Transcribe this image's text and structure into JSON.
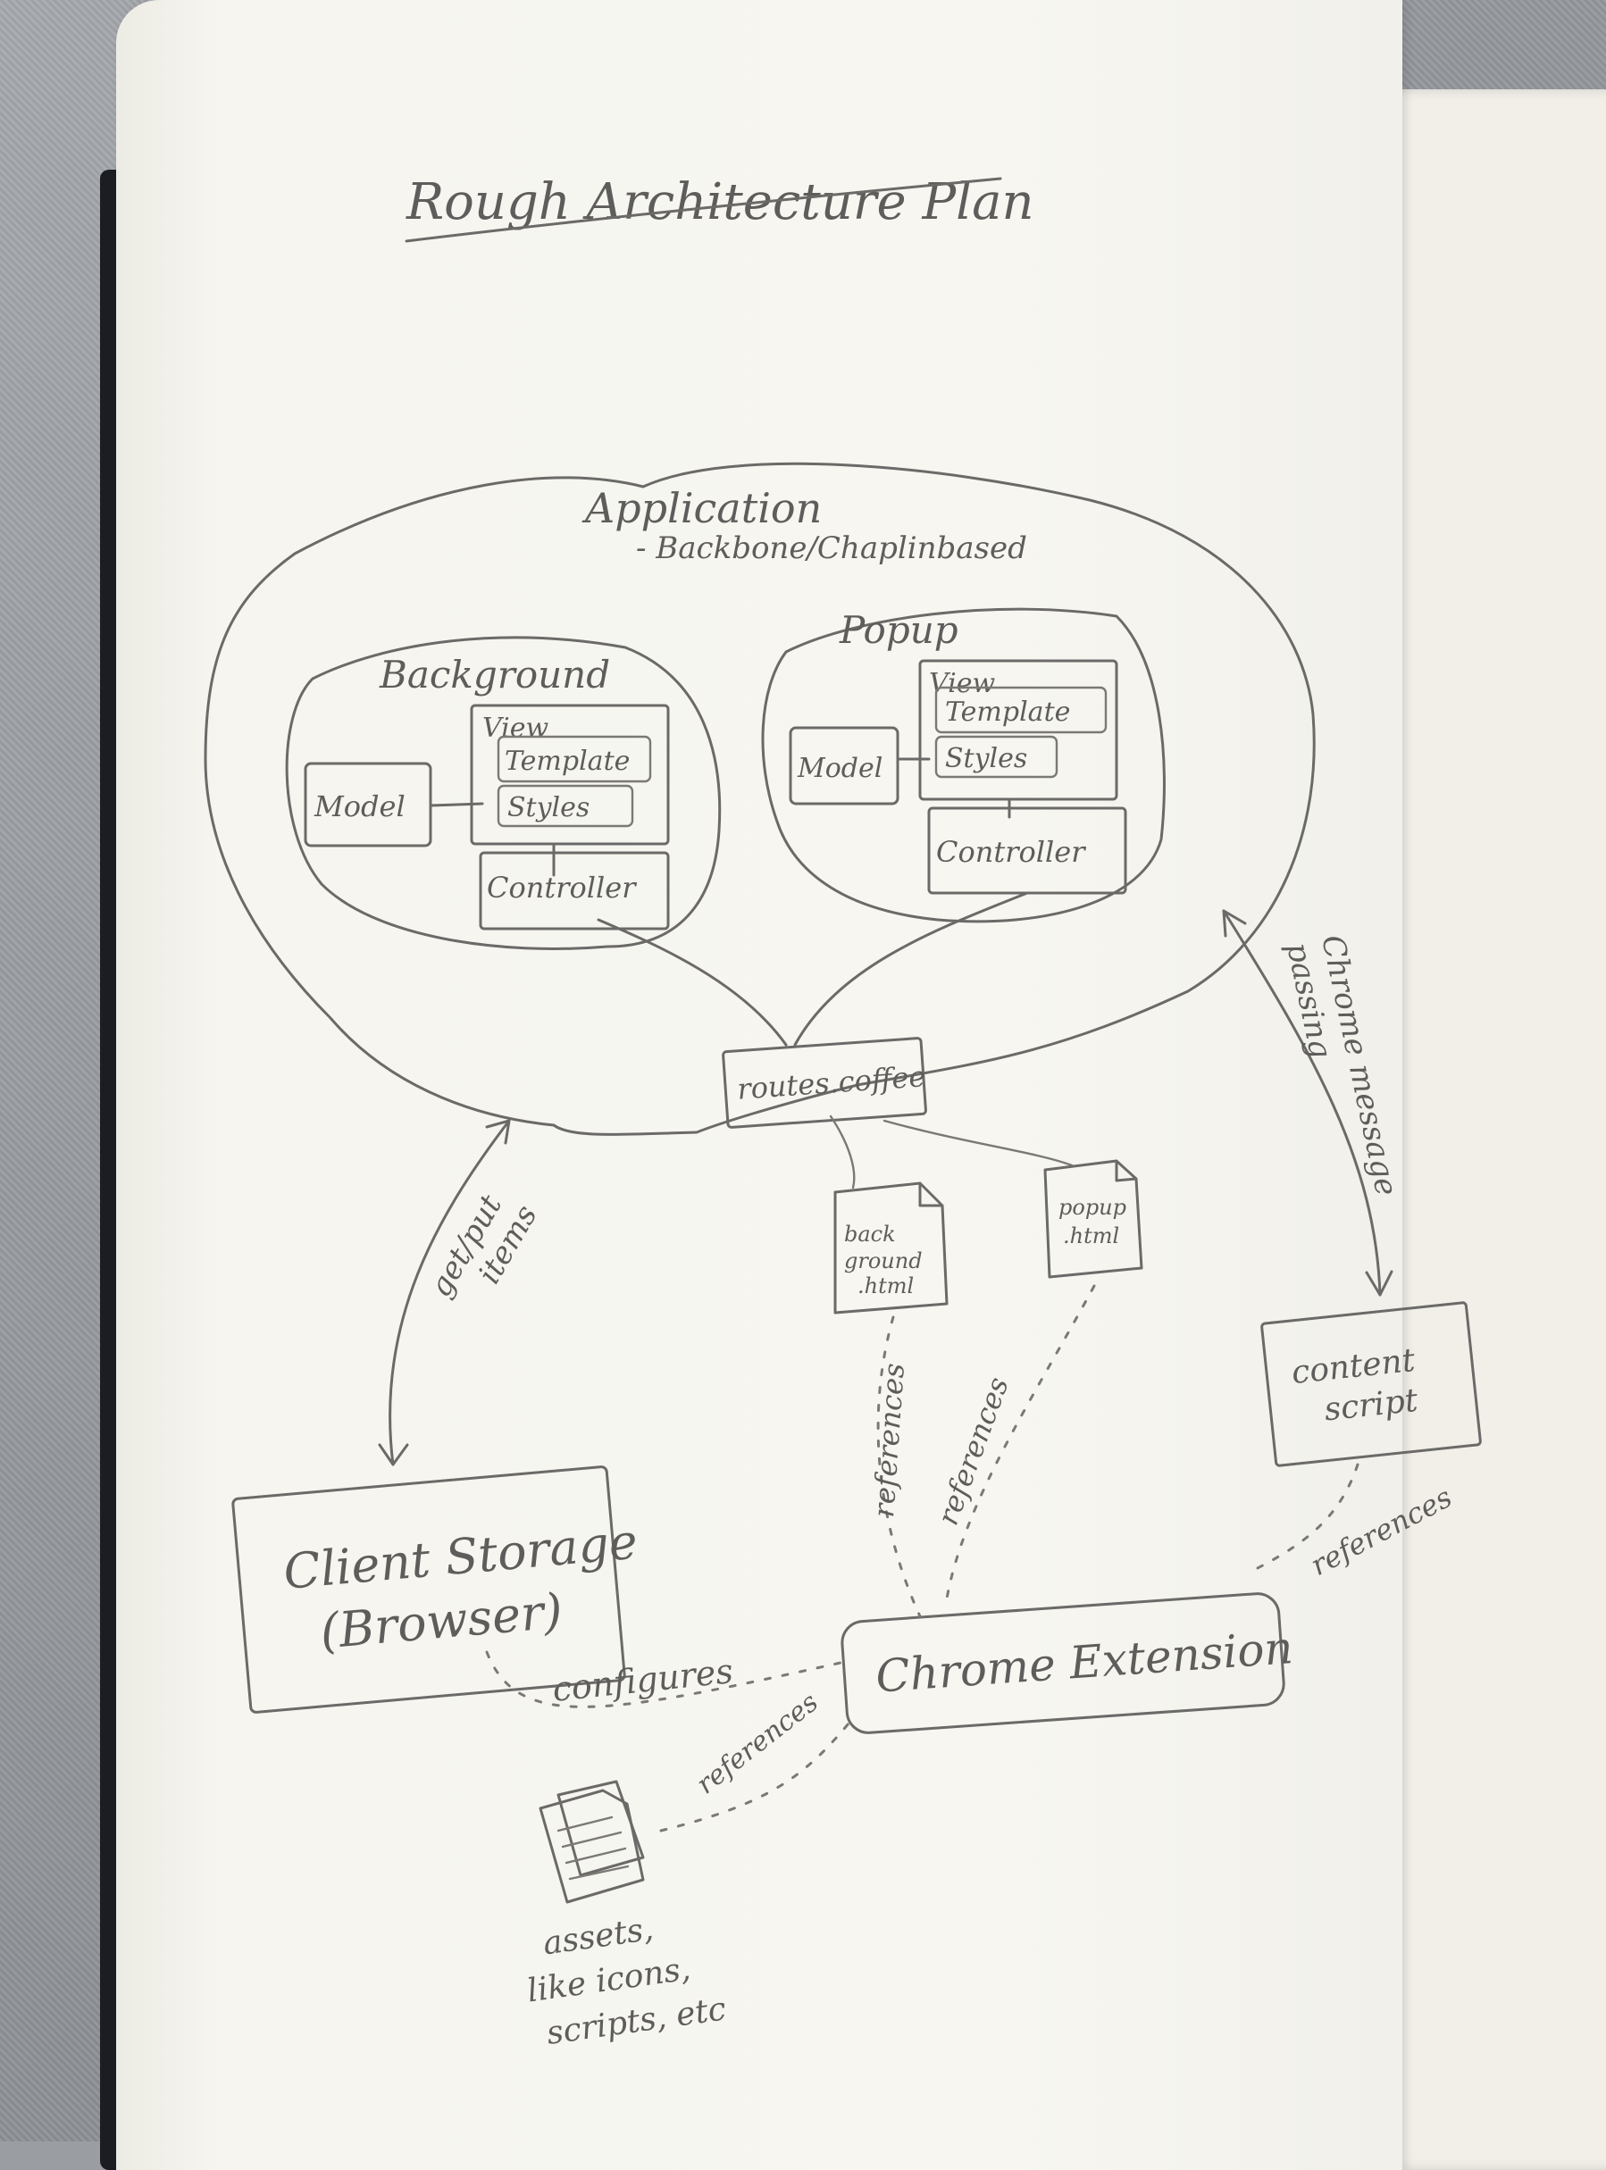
{
  "title": "Rough Architecture Plan",
  "application": {
    "label": "Application",
    "sublabel": "- Backbone/Chaplinbased"
  },
  "background_box": {
    "label": "Background",
    "model": "Model",
    "view": "View",
    "template": "Template",
    "styles": "Styles",
    "controller": "Controller"
  },
  "popup_box": {
    "label": "Popup",
    "model": "Model",
    "view": "View",
    "template": "Template",
    "styles": "Styles",
    "controller": "Controller"
  },
  "routes": "routes.coffee",
  "files": {
    "background_html": [
      "back",
      "ground",
      ".html"
    ],
    "popup_html": [
      "popup",
      ".html"
    ]
  },
  "content_script": [
    "content",
    "script"
  ],
  "client_storage": [
    "Client Storage",
    "(Browser)"
  ],
  "chrome_extension": "Chrome Extension",
  "assets_label": [
    "assets,",
    "like icons,",
    "scripts, etc"
  ],
  "edges": {
    "get_put": [
      "get/put",
      "items"
    ],
    "message_passing": [
      "Chrome message",
      "passing"
    ],
    "references": "references",
    "configures": "configures"
  },
  "colors": {
    "paper": "#f7f6f0",
    "pencil": "#6b6a68",
    "desk": "#9a9ea3",
    "cover": "#1b1d22"
  }
}
